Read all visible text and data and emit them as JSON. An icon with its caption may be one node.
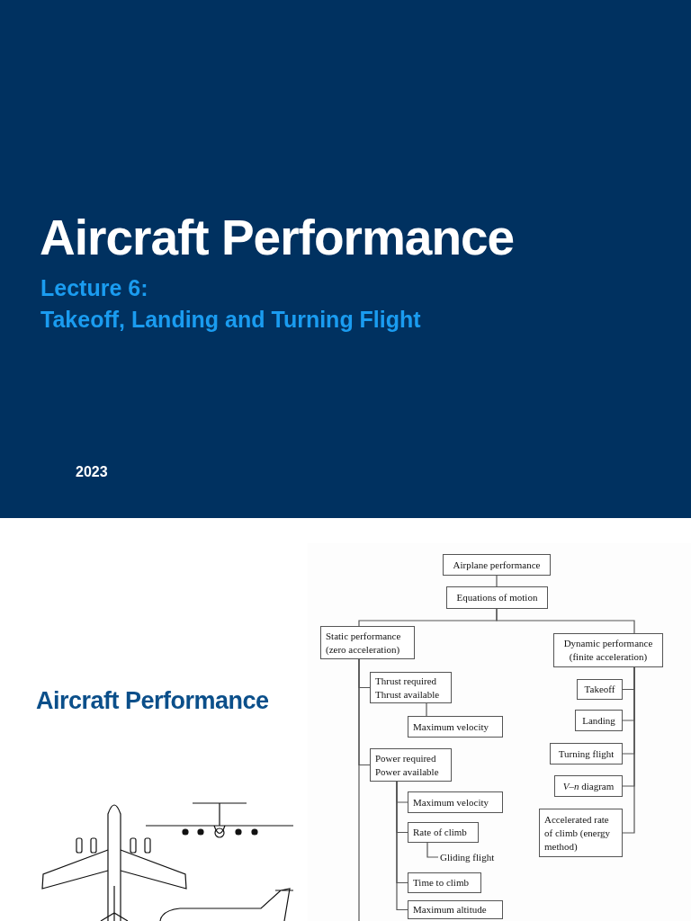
{
  "diagram": {
    "title": "Aircraft Performance",
    "nodes": [
      {
        "text": [
          "Airplane performance"
        ]
      },
      {
        "text": [
          "Equations of motion"
        ]
      },
      {
        "text": [
          "Static performance (zero acceleration)"
        ]
      },
      {
        "text": [
          "Dynamic performance (finite acceleration)"
        ]
      },
      {
        "text": [
          "Thrust required Thrust available"
        ]
      },
      {
        "text": [
          "Maximum velocity"
        ]
      },
      {
        "text": [
          "Power required Power available"
        ]
      },
      {
        "text": [
          "Maximum velocity"
        ]
      },
      {
        "text": [
          "Rate of climb"
        ]
      },
      {
        "text": [
          "Gliding flight"
        ]
      },
      {
        "text": [
          "Time to climb"
        ]
      },
      {
        "text": [
          "Maximum altitude"
        ]
      },
      {
        "text": [
          "Takeoff"
        ]
      },
      {
        "text": [
          "Landing"
        ]
      },
      {
        "text": [
          "Turning flight"
        ]
      },
      {
        "text": [
          "*V*–*n* diagram"
        ]
      },
      {
        "text": [
          "Accelerated rate of climb (energy method)"
        ]
      }
    ],
    "edges": [
      {
        "from": 0,
        "to": 1,
        "arrow": "none"
      },
      {
        "from": 1,
        "to": 2,
        "arrow": "none"
      },
      {
        "from": 1,
        "to": 3,
        "arrow": "none"
      },
      {
        "from": 2,
        "to": 4,
        "arrow": "none"
      },
      {
        "from": 2,
        "to": 6,
        "arrow": "none"
      },
      {
        "from": 2,
        "to": null,
        "arrow": "none"
      },
      {
        "from": 4,
        "to": 5,
        "arrow": "none"
      },
      {
        "from": 6,
        "to": 7,
        "arrow": "none"
      },
      {
        "from": 6,
        "to": 8,
        "arrow": "none"
      },
      {
        "from": 8,
        "to": 9,
        "arrow": "none"
      },
      {
        "from": 6,
        "to": 10,
        "arrow": "none"
      },
      {
        "from": 6,
        "to": 11,
        "arrow": "none"
      },
      {
        "from": 3,
        "to": 12,
        "arrow": "none"
      },
      {
        "from": 3,
        "to": 13,
        "arrow": "none"
      },
      {
        "from": 3,
        "to": 14,
        "arrow": "none"
      },
      {
        "from": 3,
        "to": 15,
        "arrow": "none"
      },
      {
        "from": 3,
        "to": 16,
        "arrow": "none"
      }
    ],
    "labels": [
      "Lecture 6:",
      "Takeoff, Landing and Turning Flight",
      "2023",
      "Aircraft Performance"
    ]
  }
}
